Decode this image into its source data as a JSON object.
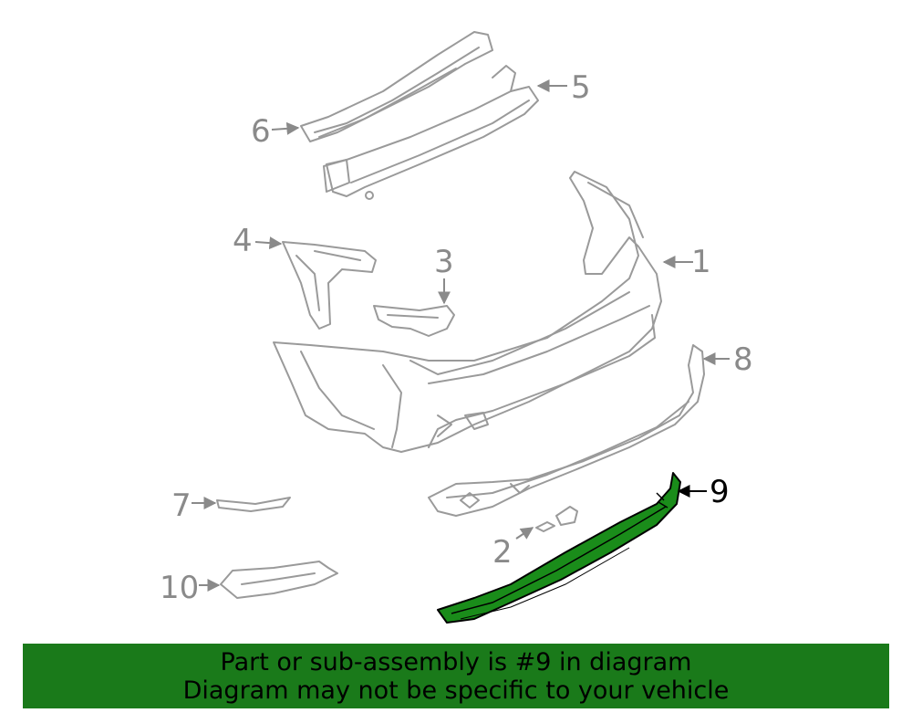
{
  "diagram": {
    "highlight_color": "#1a8c1a",
    "callouts": [
      {
        "id": "1",
        "label": "1"
      },
      {
        "id": "2",
        "label": "2"
      },
      {
        "id": "3",
        "label": "3"
      },
      {
        "id": "4",
        "label": "4"
      },
      {
        "id": "5",
        "label": "5"
      },
      {
        "id": "6",
        "label": "6"
      },
      {
        "id": "7",
        "label": "7"
      },
      {
        "id": "8",
        "label": "8"
      },
      {
        "id": "9",
        "label": "9"
      },
      {
        "id": "10",
        "label": "10"
      }
    ],
    "highlighted_part": "9"
  },
  "banner": {
    "line1": "Part or sub-assembly is #9 in diagram",
    "line2": "Diagram may not be specific to your vehicle",
    "background": "#1a7a1a"
  }
}
